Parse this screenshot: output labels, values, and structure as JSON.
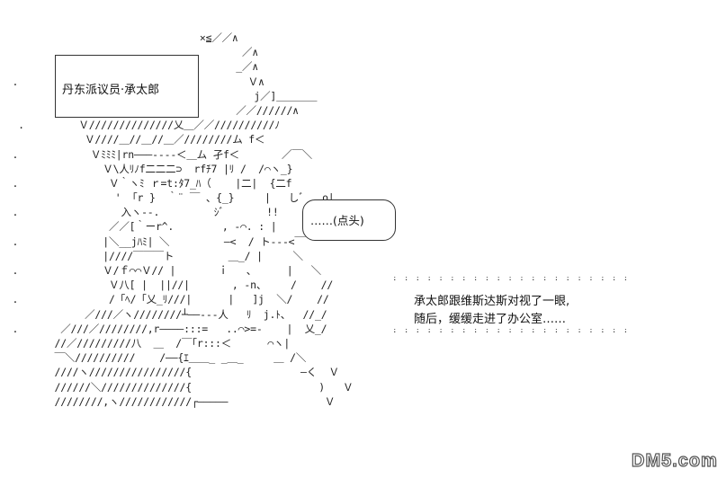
{
  "caption_box": {
    "text": "丹东派议员·承太郎"
  },
  "speech_bubble": {
    "text": "……(点头)"
  },
  "narration": {
    "line1": "承太郎跟维斯达斯对视了一眼,",
    "line2": "随后，缓缓走进了办公室……"
  },
  "watermark": {
    "text": "DM5.com"
  },
  "ascii_art": [
    "                                 ×≦／／∧",
    "                                        ／∧",
    "                                       _／∧",
    "  .                                      Ｖ∧",
    "                                          j／]＿＿＿＿",
    "                                       ／／//////∧",
    "   .         Ｖ//////////////乂＿／／//////////ﾉ",
    "              Ｖ////＿//＿//＿／////////ム f＜",
    "  .            Ｖﾐﾐﾐ|rn―――----＜＿ム 孑f＜       ／￣＼",
    "                 Ｖ\\人ﾘﾉf二二二⊃  rfﾁ7 |ﾘ /  /⌒ヽ_}",
    "  .               Ｖ｀ヽﾐ ｒ=t:ﾀ7_ﾊ（    |二|  {二f",
    "                   ' 「r }  ｀¨ ￣ 、{_}     |   しﾞ   o|",
    "  .                 入ヽ--.         ｼﾞ       !!        |乂",
    "                  ／／[｀ーr^.        , -⌒. : |      o  ⊂⊃",
    "  .              |＼__jﾊﾐ| ＼         ―<  / ト---<￣￣",
    "                 |////￣￣￣ト         ＿_/ |     ＼",
    "  .              Ｖ/ｆ⌒⌒Ｖ// |       ｉ   、     |   ＼",
    "                  Ｖ八[ |  ||//|       , -n、    /    //",
    "  .               /「ﾍ/「乂_ﾘ///|      |   ]j  ＼/    //",
    "              ／///／ヽ////////┴――---人   ﾘ  j.ﾄ、  //_/",
    "  .       ／///／////////,r――――:::=   ..⌒>=-    |  乂_/",
    "         //／/////////八  ＿  /￣｢r:::＜      ⌒ヽ|",
    "         ￣＼//////////    /――{ｴ＿＿_ _＿_     ＿ /＼",
    "         ////ヽ////////////////{                  ―く  Ｖ",
    "         //////＼//////////////{                     )   Ｖ",
    "         ////////,ヽ////////////┌―――――                Ｖ"
  ]
}
